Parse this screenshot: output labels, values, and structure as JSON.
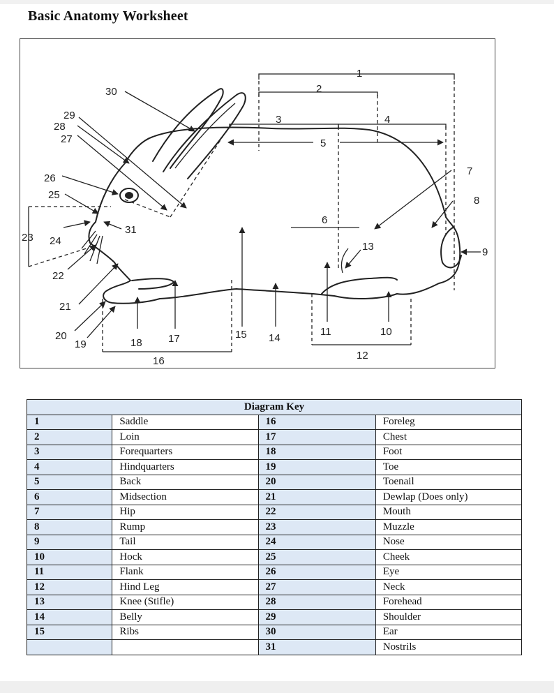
{
  "title": "Basic Anatomy Worksheet",
  "key": {
    "header": "Diagram Key",
    "left": [
      {
        "n": "1",
        "label": "Saddle"
      },
      {
        "n": "2",
        "label": "Loin"
      },
      {
        "n": "3",
        "label": "Forequarters"
      },
      {
        "n": "4",
        "label": "Hindquarters"
      },
      {
        "n": "5",
        "label": "Back"
      },
      {
        "n": "6",
        "label": "Midsection"
      },
      {
        "n": "7",
        "label": "Hip"
      },
      {
        "n": "8",
        "label": "Rump"
      },
      {
        "n": "9",
        "label": "Tail"
      },
      {
        "n": "10",
        "label": "Hock"
      },
      {
        "n": "11",
        "label": "Flank"
      },
      {
        "n": "12",
        "label": "Hind Leg"
      },
      {
        "n": "13",
        "label": "Knee (Stifle)"
      },
      {
        "n": "14",
        "label": "Belly"
      },
      {
        "n": "15",
        "label": "Ribs"
      },
      {
        "n": "",
        "label": ""
      }
    ],
    "right": [
      {
        "n": "16",
        "label": "Foreleg"
      },
      {
        "n": "17",
        "label": "Chest"
      },
      {
        "n": "18",
        "label": "Foot"
      },
      {
        "n": "19",
        "label": "Toe"
      },
      {
        "n": "20",
        "label": "Toenail"
      },
      {
        "n": "21",
        "label": "Dewlap (Does only)"
      },
      {
        "n": "22",
        "label": "Mouth"
      },
      {
        "n": "23",
        "label": "Muzzle"
      },
      {
        "n": "24",
        "label": "Nose"
      },
      {
        "n": "25",
        "label": "Cheek"
      },
      {
        "n": "26",
        "label": "Eye"
      },
      {
        "n": "27",
        "label": "Neck"
      },
      {
        "n": "28",
        "label": "Forehead"
      },
      {
        "n": "29",
        "label": "Shoulder"
      },
      {
        "n": "30",
        "label": "Ear"
      },
      {
        "n": "31",
        "label": "Nostrils"
      }
    ]
  },
  "diagram_labels": [
    "1",
    "2",
    "3",
    "4",
    "5",
    "6",
    "7",
    "8",
    "9",
    "10",
    "11",
    "12",
    "13",
    "14",
    "15",
    "16",
    "17",
    "18",
    "19",
    "20",
    "21",
    "22",
    "23",
    "24",
    "25",
    "26",
    "27",
    "28",
    "29",
    "30",
    "31"
  ]
}
